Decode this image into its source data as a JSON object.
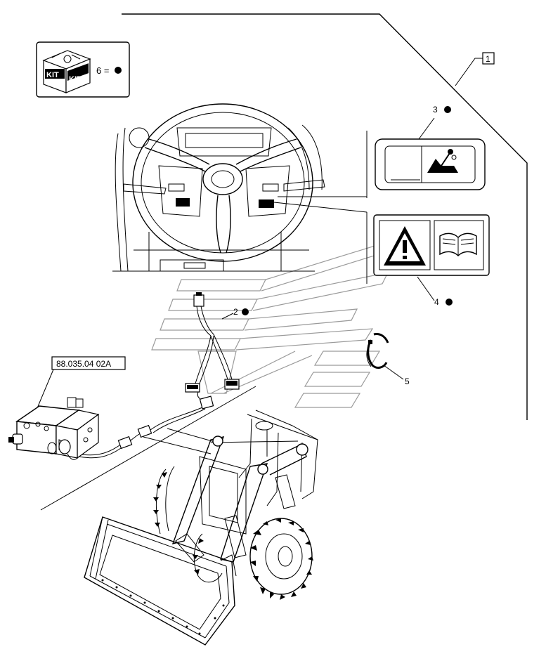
{
  "kit": {
    "icon_label_left": "KIT",
    "icon_label_right": "KIT",
    "callout": "6 ="
  },
  "callouts": [
    {
      "id": "ref-1",
      "label": "1",
      "boxed": true
    },
    {
      "id": "ref-2",
      "label": "2",
      "dot": true
    },
    {
      "id": "ref-3",
      "label": "3",
      "dot": true
    },
    {
      "id": "ref-4",
      "label": "4",
      "dot": true
    },
    {
      "id": "ref-5",
      "label": "5",
      "dot": false
    }
  ],
  "reference_box": "88.035.04 02A",
  "colors": {
    "line": "#000000",
    "watermark": "#9a9a9a",
    "background": "#ffffff"
  },
  "icons": [
    "kit-box-icon",
    "warning-triangle-icon",
    "manual-book-icon",
    "joystick-decal-icon"
  ]
}
